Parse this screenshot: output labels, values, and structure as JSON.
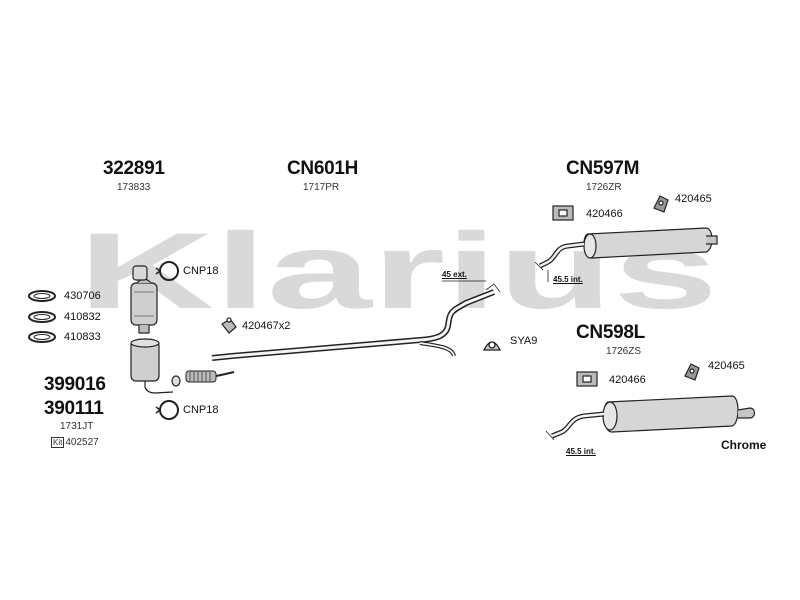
{
  "watermark": "Klarius",
  "parts": {
    "cat_group": {
      "code": "322891",
      "sub": "173833"
    },
    "mid_pipe": {
      "code": "CN601H",
      "sub": "1717PR"
    },
    "rear_silencer_m": {
      "code": "CN597M",
      "sub": "1726ZR"
    },
    "rear_silencer_l": {
      "code": "CN598L",
      "sub": "1726ZS"
    },
    "dpf_a": {
      "code": "399016"
    },
    "dpf_b": {
      "code": "390111",
      "sub": "1731JT"
    },
    "kit": {
      "tag": "Kit",
      "code": "402527"
    }
  },
  "fittings": {
    "clamp_top": "CNP18",
    "clamp_bottom": "CNP18",
    "gasket_1": "430706",
    "gasket_2": "410832",
    "gasket_3": "410833",
    "hanger_mid": "420467x2",
    "mount_sya": "SYA9",
    "rubber_m_1": "420466",
    "rubber_m_2": "420465",
    "rubber_l_1": "420466",
    "rubber_l_2": "420465"
  },
  "measurements": {
    "ext_45": "45 ext.",
    "int_m": "45.5 int.",
    "int_l": "45.5 int."
  },
  "finish": "Chrome"
}
